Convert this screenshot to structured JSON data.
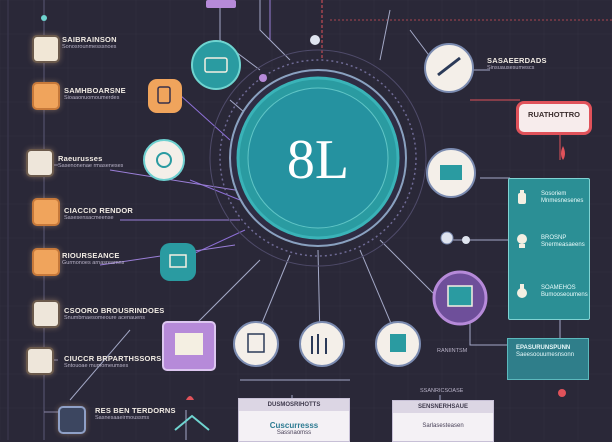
{
  "colors": {
    "background": "#2a2838",
    "hub_teal": "#2a9ba1",
    "accent_orange": "#f0a45c",
    "accent_purple": "#b68ad9",
    "accent_red": "#e0525a",
    "line": "#9aa4c4"
  },
  "hub": {
    "glyph": "8L",
    "icon": "hub-logo-icon"
  },
  "left_labels": [
    {
      "title": "SAIBRAINSON",
      "sub": "Sonosrounmesssnoes"
    },
    {
      "title": "SAMHBOARSNE",
      "sub": "Sioaaonuomoumerdes"
    },
    {
      "title": "Raeurusses",
      "sub": "Sasenonenae rmaseneses"
    },
    {
      "title": "CIACCIO RENDOR",
      "sub": "Sasesensacmeense"
    },
    {
      "title": "RIOURSEANCE",
      "sub": "Gurmonoes arnasreamns"
    },
    {
      "title": "CSOORO BROUSRINDOES",
      "sub": "Snumbmaesomeoure acenauens"
    },
    {
      "title": "CIUCCR BRPARTHSSORS",
      "sub": "Sntouoae mumomeumses"
    },
    {
      "title": "RES BEN TERDORNS",
      "sub": "Sasnesaaeirmoussms"
    }
  ],
  "right_top_label": {
    "title": "SASAEERDADS",
    "sub": "Sinsuausesumescs"
  },
  "badge": {
    "text": "RUATHOTTRO"
  },
  "right_panel": [
    {
      "t1": "Sosoriem",
      "t2": "Mnmesnesenes"
    },
    {
      "t1": "BROSNP",
      "t2": "Snermeasaeens"
    },
    {
      "t1": "SOAMEHOS",
      "t2": "Bumooseoumens"
    }
  ],
  "bottom_panel": {
    "title": "EPASURUNSPUNN",
    "sub": "Saeesoouumesnsonn"
  },
  "small_right_labels": [
    {
      "t": "RANIINTSM"
    },
    {
      "t": "SSANRICSOASE"
    }
  ],
  "cards": [
    {
      "bar": "DUSMOSRIHOTTS",
      "big": "Cuscurresss",
      "sub": "Sassnaomss"
    },
    {
      "bar": "SENSNERHSAUE",
      "big": "",
      "sub": "Sarlasesteasen"
    }
  ]
}
